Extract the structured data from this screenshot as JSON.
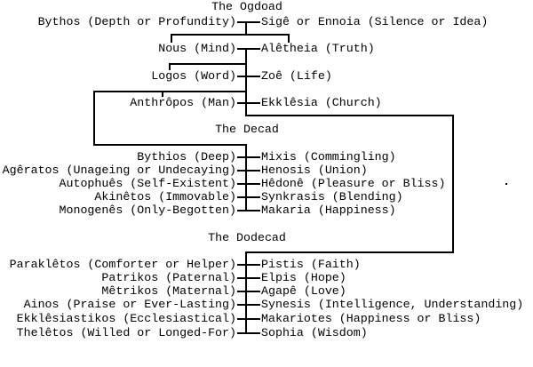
{
  "page": {
    "background": "#ffffff",
    "text_color": "#000000",
    "line_color": "#000000"
  },
  "sections": [
    {
      "title": "The Ogdoad",
      "rows": [
        {
          "left": "Bythos (Depth or Profundity)",
          "right": "Sigê or Ennoia (Silence or Idea)"
        },
        {
          "left": "Nous (Mind)",
          "right": "Alêtheia (Truth)"
        },
        {
          "left": "Logos (Word)",
          "right": "Zoê (Life)"
        },
        {
          "left": "Anthrôpos (Man)",
          "right": "Ekklêsia (Church)"
        }
      ]
    },
    {
      "title": "The Decad",
      "rows": [
        {
          "left": "Bythios (Deep)",
          "right": "Mixis (Commingling)"
        },
        {
          "left": "Agêratos (Unageing or Undecaying)",
          "right": "Henosis (Union)"
        },
        {
          "left": "Autophuês (Self-Existent)",
          "right": "Hêdonê (Pleasure or Bliss)"
        },
        {
          "left": "Akinêtos (Immovable)",
          "right": "Synkrasis (Blending)"
        },
        {
          "left": "Monogenês (Only-Begotten)",
          "right": "Makaria (Happiness)"
        }
      ]
    },
    {
      "title": "The Dodecad",
      "rows": [
        {
          "left": "Paraklêtos (Comforter or Helper)",
          "right": "Pistis (Faith)"
        },
        {
          "left": "Patrikos (Paternal)",
          "right": "Elpis (Hope)"
        },
        {
          "left": "Mêtrikos (Maternal)",
          "right": "Agapê (Love)"
        },
        {
          "left": "Ainos (Praise or Ever-Lasting)",
          "right": "Synesis (Intelligence, Understanding)"
        },
        {
          "left": "Ekklêsiastikos (Ecclesiastical)",
          "right": "Makariotes (Happiness or Bliss)"
        },
        {
          "left": "Thelêtos (Willed or Longed-For)",
          "right": "Sophia (Wisdom)"
        }
      ]
    }
  ]
}
